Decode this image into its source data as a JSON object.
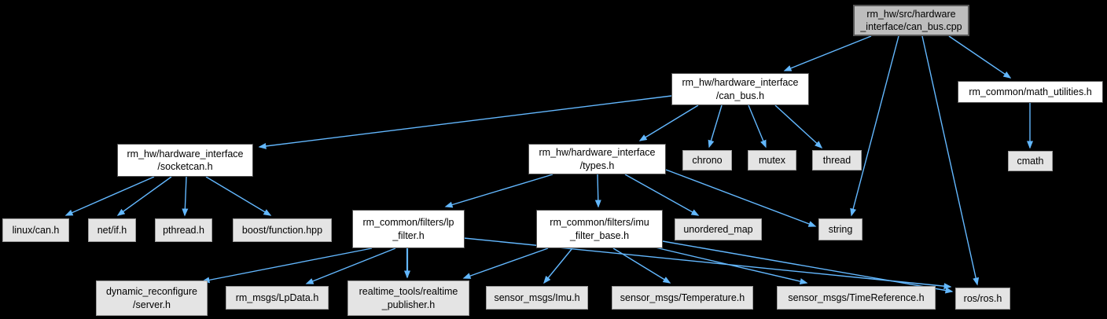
{
  "diagram": {
    "type": "include-dependency-graph",
    "root_file": "rm_hw/src/hardware_interface/can_bus.cpp",
    "colors": {
      "background": "#000000",
      "edge": "#63b8ff",
      "node_fill_internal": "#ffffff",
      "node_fill_external": "#e4e4e4",
      "node_fill_root": "#bdbdbd",
      "node_border": "#4f4f4f",
      "text": "#000000"
    },
    "nodes": {
      "can_bus_cpp": {
        "lines": [
          "rm_hw/src/hardware",
          "_interface/can_bus.cpp"
        ]
      },
      "can_bus_h": {
        "lines": [
          "rm_hw/hardware_interface",
          "/can_bus.h"
        ]
      },
      "math_utilities_h": {
        "lines": [
          "rm_common/math_utilities.h"
        ]
      },
      "socketcan_h": {
        "lines": [
          "rm_hw/hardware_interface",
          "/socketcan.h"
        ]
      },
      "types_h": {
        "lines": [
          "rm_hw/hardware_interface",
          "/types.h"
        ]
      },
      "chrono": {
        "lines": [
          "chrono"
        ]
      },
      "mutex": {
        "lines": [
          "mutex"
        ]
      },
      "thread": {
        "lines": [
          "thread"
        ]
      },
      "cmath": {
        "lines": [
          "cmath"
        ]
      },
      "linux_can_h": {
        "lines": [
          "linux/can.h"
        ]
      },
      "net_if_h": {
        "lines": [
          "net/if.h"
        ]
      },
      "pthread_h": {
        "lines": [
          "pthread.h"
        ]
      },
      "boost_function_hpp": {
        "lines": [
          "boost/function.hpp"
        ]
      },
      "lp_filter_h": {
        "lines": [
          "rm_common/filters/lp",
          "_filter.h"
        ]
      },
      "imu_filter_base_h": {
        "lines": [
          "rm_common/filters/imu",
          "_filter_base.h"
        ]
      },
      "unordered_map": {
        "lines": [
          "unordered_map"
        ]
      },
      "string": {
        "lines": [
          "string"
        ]
      },
      "dyn_reconf_server_h": {
        "lines": [
          "dynamic_reconfigure",
          "/server.h"
        ]
      },
      "rm_msgs_lpdata_h": {
        "lines": [
          "rm_msgs/LpData.h"
        ]
      },
      "realtime_publisher_h": {
        "lines": [
          "realtime_tools/realtime",
          "_publisher.h"
        ]
      },
      "sensor_imu_h": {
        "lines": [
          "sensor_msgs/Imu.h"
        ]
      },
      "sensor_temperature_h": {
        "lines": [
          "sensor_msgs/Temperature.h"
        ]
      },
      "sensor_timereference_h": {
        "lines": [
          "sensor_msgs/TimeReference.h"
        ]
      },
      "ros_ros_h": {
        "lines": [
          "ros/ros.h"
        ]
      }
    },
    "edges": [
      {
        "from": "can_bus_cpp",
        "to": "can_bus_h"
      },
      {
        "from": "can_bus_cpp",
        "to": "string"
      },
      {
        "from": "can_bus_cpp",
        "to": "ros_ros_h"
      },
      {
        "from": "can_bus_cpp",
        "to": "math_utilities_h"
      },
      {
        "from": "math_utilities_h",
        "to": "cmath"
      },
      {
        "from": "can_bus_h",
        "to": "socketcan_h"
      },
      {
        "from": "can_bus_h",
        "to": "types_h"
      },
      {
        "from": "can_bus_h",
        "to": "chrono"
      },
      {
        "from": "can_bus_h",
        "to": "mutex"
      },
      {
        "from": "can_bus_h",
        "to": "thread"
      },
      {
        "from": "socketcan_h",
        "to": "linux_can_h"
      },
      {
        "from": "socketcan_h",
        "to": "net_if_h"
      },
      {
        "from": "socketcan_h",
        "to": "pthread_h"
      },
      {
        "from": "socketcan_h",
        "to": "boost_function_hpp"
      },
      {
        "from": "types_h",
        "to": "lp_filter_h"
      },
      {
        "from": "types_h",
        "to": "imu_filter_base_h"
      },
      {
        "from": "types_h",
        "to": "unordered_map"
      },
      {
        "from": "types_h",
        "to": "string"
      },
      {
        "from": "lp_filter_h",
        "to": "dyn_reconf_server_h"
      },
      {
        "from": "lp_filter_h",
        "to": "rm_msgs_lpdata_h"
      },
      {
        "from": "lp_filter_h",
        "to": "realtime_publisher_h"
      },
      {
        "from": "lp_filter_h",
        "to": "ros_ros_h"
      },
      {
        "from": "imu_filter_base_h",
        "to": "realtime_publisher_h"
      },
      {
        "from": "imu_filter_base_h",
        "to": "sensor_imu_h"
      },
      {
        "from": "imu_filter_base_h",
        "to": "sensor_temperature_h"
      },
      {
        "from": "imu_filter_base_h",
        "to": "sensor_timereference_h"
      },
      {
        "from": "imu_filter_base_h",
        "to": "ros_ros_h"
      }
    ]
  }
}
